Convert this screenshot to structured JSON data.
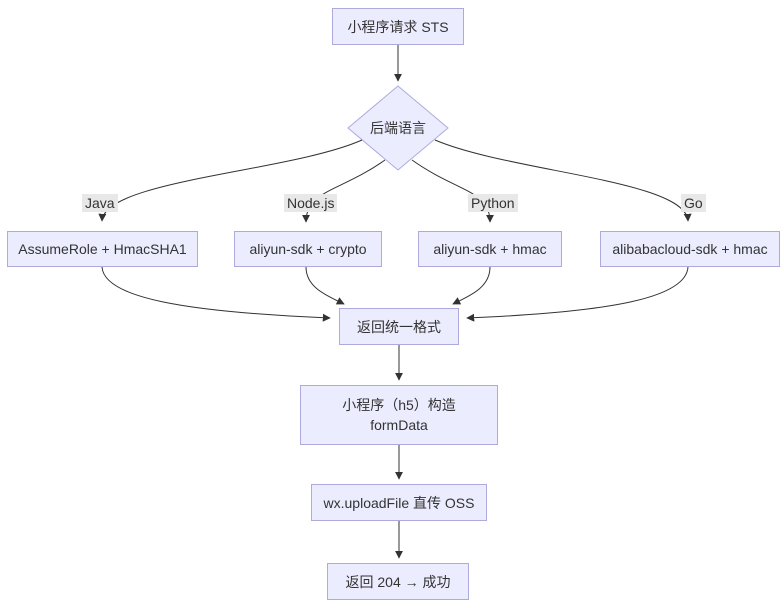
{
  "diagram": {
    "type": "flowchart",
    "direction": "top-down",
    "nodes": [
      {
        "id": "sts-request",
        "shape": "rect",
        "label": "小程序请求 STS"
      },
      {
        "id": "backend-lang",
        "shape": "diamond",
        "label": "后端语言"
      },
      {
        "id": "java-impl",
        "shape": "rect",
        "label": "AssumeRole + HmacSHA1"
      },
      {
        "id": "nodejs-impl",
        "shape": "rect",
        "label": "aliyun-sdk + crypto"
      },
      {
        "id": "python-impl",
        "shape": "rect",
        "label": "aliyun-sdk + hmac"
      },
      {
        "id": "go-impl",
        "shape": "rect",
        "label": "alibabacloud-sdk + hmac"
      },
      {
        "id": "unified",
        "shape": "rect",
        "label": "返回统一格式"
      },
      {
        "id": "formdata",
        "shape": "rect",
        "label_line1": "小程序（h5）构造",
        "label_line2": "formData"
      },
      {
        "id": "upload-oss",
        "shape": "rect",
        "label": "wx.uploadFile 直传 OSS"
      },
      {
        "id": "success",
        "shape": "rect",
        "label": "返回 204 → 成功"
      }
    ],
    "edge_labels": [
      {
        "id": "java",
        "label": "Java"
      },
      {
        "id": "nodejs",
        "label": "Node.js"
      },
      {
        "id": "python",
        "label": "Python"
      },
      {
        "id": "go",
        "label": "Go"
      }
    ]
  },
  "colors": {
    "node_fill": "#ececff",
    "node_border": "#aeaade",
    "edge_line": "#333333",
    "edge_label_bg": "#e8e8e8",
    "text": "#333333",
    "background": "#ffffff"
  }
}
